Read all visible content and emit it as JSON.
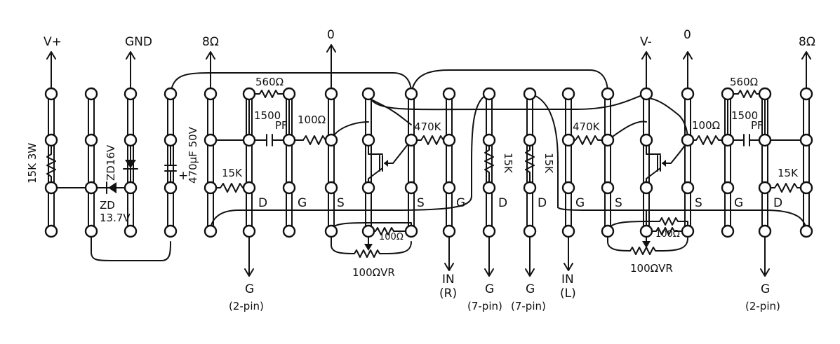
{
  "terminals": {
    "v_plus": "V+",
    "gnd": "GND",
    "spk_left": "8Ω",
    "zero_left": "0",
    "v_minus": "V-",
    "zero_right": "0",
    "spk_right": "8Ω"
  },
  "components": {
    "r_15k_3w": "15K 3W",
    "zd_16v": "ZD16V",
    "zd_137v_a": "ZD",
    "zd_137v_b": "13.7V",
    "cap_470uf": "470μF 50V",
    "r_15k_left": "15K",
    "r_560_left": "560Ω",
    "c_1500_left_a": "1500",
    "c_1500_left_b": "PF",
    "r_100_left": "100Ω",
    "r_470k_left": "470K",
    "r_15k_mid_a": "15K",
    "r_15k_mid_b": "15K",
    "r_470k_right": "470K",
    "r_100_right": "100Ω",
    "c_1500_right_a": "1500",
    "c_1500_right_b": "PF",
    "r_560_right": "560Ω",
    "r_15k_right": "15K",
    "r_100_src_left": "100Ω",
    "vr_left": "100ΩVR",
    "r_100_src_right": "100Ω",
    "vr_right": "100ΩVR"
  },
  "pins": {
    "d1": "D",
    "g1": "G",
    "s1": "S",
    "s2": "S",
    "g2": "G",
    "d2": "D",
    "d3": "D",
    "g3": "G",
    "s3": "S",
    "s4": "S",
    "g4": "G",
    "d4": "D"
  },
  "bottom": {
    "g_2pin_left_a": "G",
    "g_2pin_left_b": "(2-pin)",
    "in_r_a": "IN",
    "in_r_b": "(R)",
    "g_7pin_a1": "G",
    "g_7pin_a2": "(7-pin)",
    "g_7pin_b1": "G",
    "g_7pin_b2": "(7-pin)",
    "in_l_a": "IN",
    "in_l_b": "(L)",
    "g_2pin_right_a": "G",
    "g_2pin_right_b": "(2-pin)"
  }
}
